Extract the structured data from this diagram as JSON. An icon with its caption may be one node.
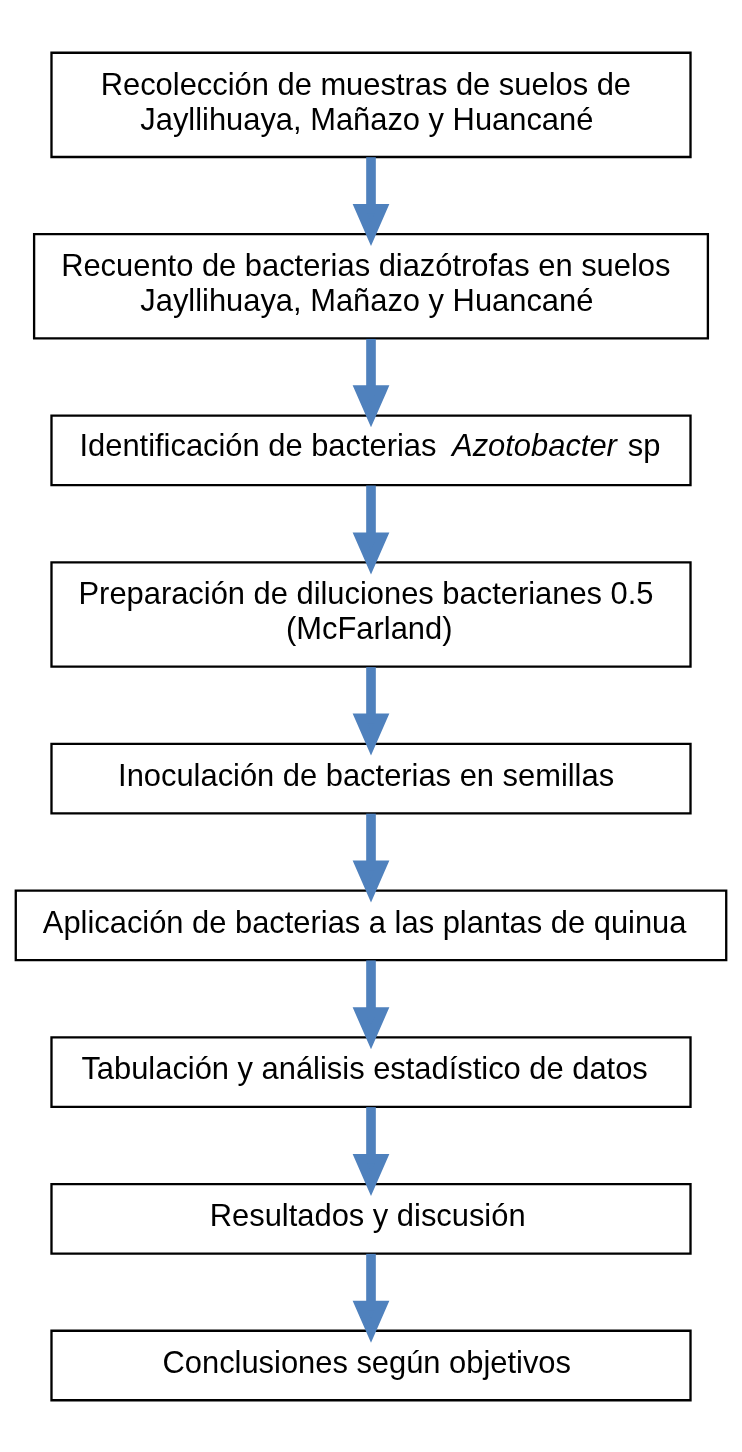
{
  "diagram": {
    "nodes": [
      {
        "text": [
          "Recolección de muestras de suelos de Jayllihuaya, Mañazo y Huancané"
        ]
      },
      {
        "text": [
          "Recuento de bacterias diazótrofas en suelos Jayllihuaya, Mañazo y Huancané"
        ]
      },
      {
        "text": [
          "Identificación de bacterias *Azotobacter* sp"
        ]
      },
      {
        "text": [
          "Preparación de diluciones bacterianes 0.5 (McFarland)"
        ]
      },
      {
        "text": [
          "Inoculación de bacterias en semillas"
        ]
      },
      {
        "text": [
          "Aplicación de bacterias a las plantas de quinua"
        ]
      },
      {
        "text": [
          "Tabulación y análisis estadístico de datos"
        ]
      },
      {
        "text": [
          "Resultados y discusión"
        ]
      },
      {
        "text": [
          "Conclusiones según objetivos"
        ]
      }
    ],
    "edges": [
      {
        "from": 0,
        "to": 1,
        "arrow": "to"
      },
      {
        "from": 1,
        "to": 2,
        "arrow": "to"
      },
      {
        "from": 2,
        "to": 3,
        "arrow": "to"
      },
      {
        "from": 3,
        "to": 4,
        "arrow": "to"
      },
      {
        "from": 4,
        "to": 5,
        "arrow": "to"
      },
      {
        "from": 5,
        "to": 6,
        "arrow": "to"
      },
      {
        "from": 6,
        "to": 7,
        "arrow": "to"
      },
      {
        "from": 7,
        "to": 8,
        "arrow": "to"
      }
    ]
  }
}
